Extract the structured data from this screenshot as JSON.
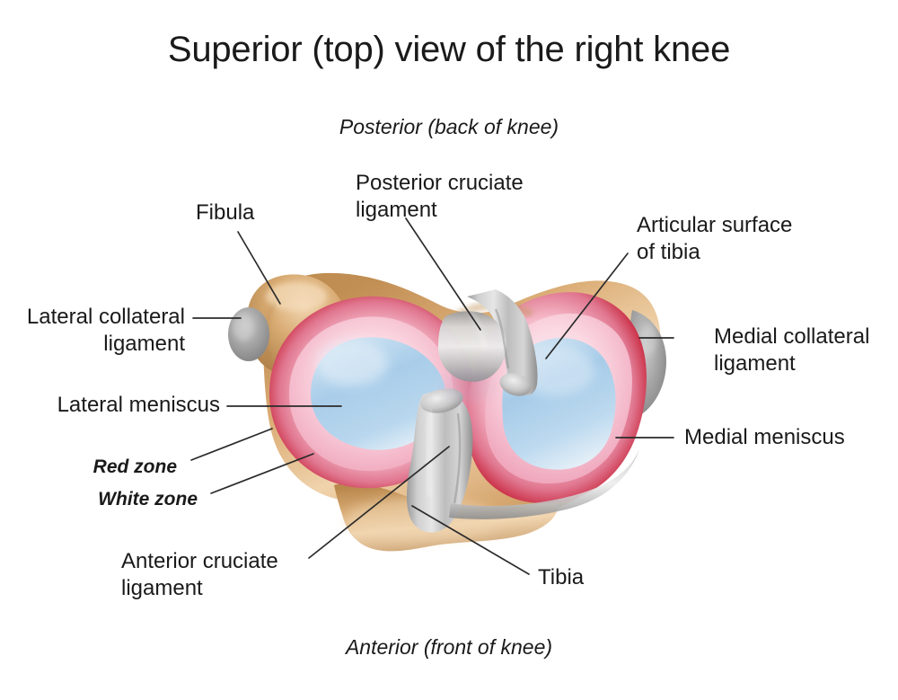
{
  "figure": {
    "title": "Superior (top) view of the right knee",
    "orientation": {
      "posterior": "Posterior (back of knee)",
      "anterior": "Anterior (front of knee)"
    },
    "labels": {
      "fibula": "Fibula",
      "posterior_cruciate_ligament": "Posterior cruciate\nligament",
      "articular_surface_of_tibia": "Articular surface\nof tibia",
      "lateral_collateral_ligament": "Lateral collateral\nligament",
      "medial_collateral_ligament": "Medial collateral\nligament",
      "lateral_meniscus": "Lateral meniscus",
      "medial_meniscus": "Medial meniscus",
      "red_zone": "Red zone",
      "white_zone": "White zone",
      "anterior_cruciate_ligament": "Anterior cruciate\nligament",
      "tibia": "Tibia"
    },
    "colors": {
      "background": "#ffffff",
      "text": "#1a1a1a",
      "leader_line": "#2b2b2b",
      "bone_tan_light": "#efd0aa",
      "bone_tan": "#d8a871",
      "bone_tan_dark": "#b8854a",
      "meniscus_red": "#c8293f",
      "meniscus_red_deep": "#a81f33",
      "meniscus_pink": "#f3b4c6",
      "meniscus_pink_light": "#fbdde6",
      "articular_blue": "#a9cde9",
      "articular_blue_light": "#dceaf5",
      "ligament_gray": "#a8a8a8",
      "ligament_gray_light": "#dcdcdc",
      "ligament_gray_dark": "#818181"
    }
  }
}
